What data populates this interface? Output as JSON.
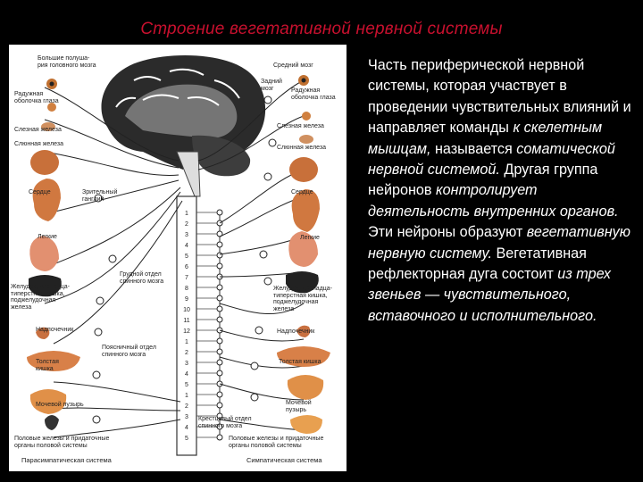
{
  "title": "Строение вегетативной нервной системы",
  "diagram": {
    "labels_left": {
      "hemispheres": "Большие полуша-\nрия головного мозга",
      "iris_left": "Радужная\nоболочка глаза",
      "lacrimal_left": "Слезная железа",
      "salivary_left": "Слюнная железа",
      "heart_left": "Сердце",
      "ganglion": "Зрительный\nганглий",
      "lungs_left": "Легкие",
      "stomach_left": "Желудок, двенадца-\nтиперстная кишка,\nподжелудочная\nжелеза",
      "thoracic": "Грудной отдел\nспинного мозга",
      "adrenal_left": "Надпочечник",
      "lumbar": "Поясничный отдел\nспинного мозга",
      "colon_left": "Толстая\nкишка",
      "bladder_left": "Мочевой пузырь",
      "sacral": "Крестцовый отдел\nспинного мозга",
      "gonads_left": "Половые железы и придаточные\nорганы половой системы",
      "para_system": "Парасимпатическая система"
    },
    "labels_right": {
      "midbrain": "Средний мозг",
      "hindbrain": "Задний\nмозг",
      "iris_right": "Радужная\nоболочка глаза",
      "lacrimal_right": "Слезная железа",
      "salivary_right": "Слюнная железа",
      "heart_right": "Сердце",
      "lungs_right": "Легкие",
      "stomach_right": "Желудок, двенадца-\nтиперстная кишка,\nподжелудочная\nжелеза",
      "adrenal_right": "Надпочечник",
      "colon_right": "Толстая кишка",
      "bladder_right": "Мочевой\nпузырь",
      "gonads_right": "Половые железы и придаточные\nорганы половой системы",
      "symp_system": "Симпатическая система"
    },
    "vertebra_numbers": [
      "1",
      "2",
      "3",
      "4",
      "5",
      "6",
      "7",
      "8",
      "9",
      "10",
      "11",
      "12",
      "1",
      "2",
      "3",
      "4",
      "5",
      "1",
      "2",
      "3",
      "4",
      "5"
    ]
  },
  "text": {
    "p1": "Часть периферической нервной системы, которая участвует в проведении чувствительных влияний и направляет команды ",
    "p1_italic": "к скелетным мышцам,",
    "p2": " называется ",
    "p2_italic": "соматической нервной системой.",
    "p3": " Другая группа нейронов ",
    "p3_italic": "контролирует деятельность внутренних органов.",
    "p4": " Эти нейроны образуют ",
    "p4_italic": "вегетативную нервную систему.",
    "p5": " Вегетативная рефлекторная дуга состоит ",
    "p5_italic": "из трех звеньев — чувствительного, вставочного и исполнительного."
  }
}
